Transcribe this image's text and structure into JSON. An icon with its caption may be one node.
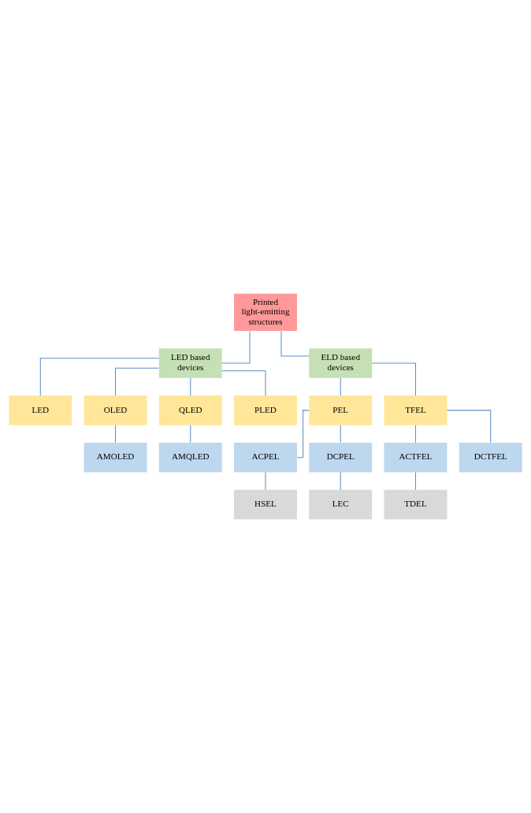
{
  "diagram": {
    "nodes": [
      {
        "text": [
          "Printed light-emitting structures"
        ]
      },
      {
        "text": [
          "LED based devices"
        ]
      },
      {
        "text": [
          "ELD based devices"
        ]
      },
      {
        "text": [
          "LED"
        ]
      },
      {
        "text": [
          "OLED"
        ]
      },
      {
        "text": [
          "AMOLED"
        ]
      },
      {
        "text": [
          "QLED"
        ]
      },
      {
        "text": [
          "AMQLED"
        ]
      },
      {
        "text": [
          "PLED"
        ]
      },
      {
        "text": [
          "PEL"
        ]
      },
      {
        "text": [
          "TFEL"
        ]
      },
      {
        "text": [
          "ACPEL"
        ]
      },
      {
        "text": [
          "HSEL"
        ]
      },
      {
        "text": [
          "DCPEL"
        ]
      },
      {
        "text": [
          "LEC"
        ]
      },
      {
        "text": [
          "ACTFEL"
        ]
      },
      {
        "text": [
          "TDEL"
        ]
      },
      {
        "text": [
          "DCTFEL"
        ]
      }
    ],
    "edges": [
      {
        "from": 0,
        "to": 1,
        "arrow": "none"
      },
      {
        "from": 0,
        "to": 2,
        "arrow": "none"
      },
      {
        "from": 1,
        "to": 3,
        "arrow": "none"
      },
      {
        "from": 1,
        "to": 4,
        "arrow": "none"
      },
      {
        "from": 4,
        "to": 5,
        "arrow": "none"
      },
      {
        "from": 1,
        "to": 6,
        "arrow": "none"
      },
      {
        "from": 6,
        "to": 7,
        "arrow": "none"
      },
      {
        "from": 1,
        "to": 8,
        "arrow": "none"
      },
      {
        "from": 2,
        "to": 9,
        "arrow": "none"
      },
      {
        "from": 2,
        "to": 10,
        "arrow": "none"
      },
      {
        "from": 9,
        "to": 11,
        "arrow": "none"
      },
      {
        "from": 11,
        "to": 12,
        "arrow": "none"
      },
      {
        "from": 9,
        "to": 13,
        "arrow": "none"
      },
      {
        "from": 13,
        "to": 14,
        "arrow": "none"
      },
      {
        "from": 10,
        "to": 15,
        "arrow": "none"
      },
      {
        "from": 15,
        "to": 16,
        "arrow": "none"
      },
      {
        "from": 10,
        "to": 17,
        "arrow": "none"
      }
    ]
  }
}
